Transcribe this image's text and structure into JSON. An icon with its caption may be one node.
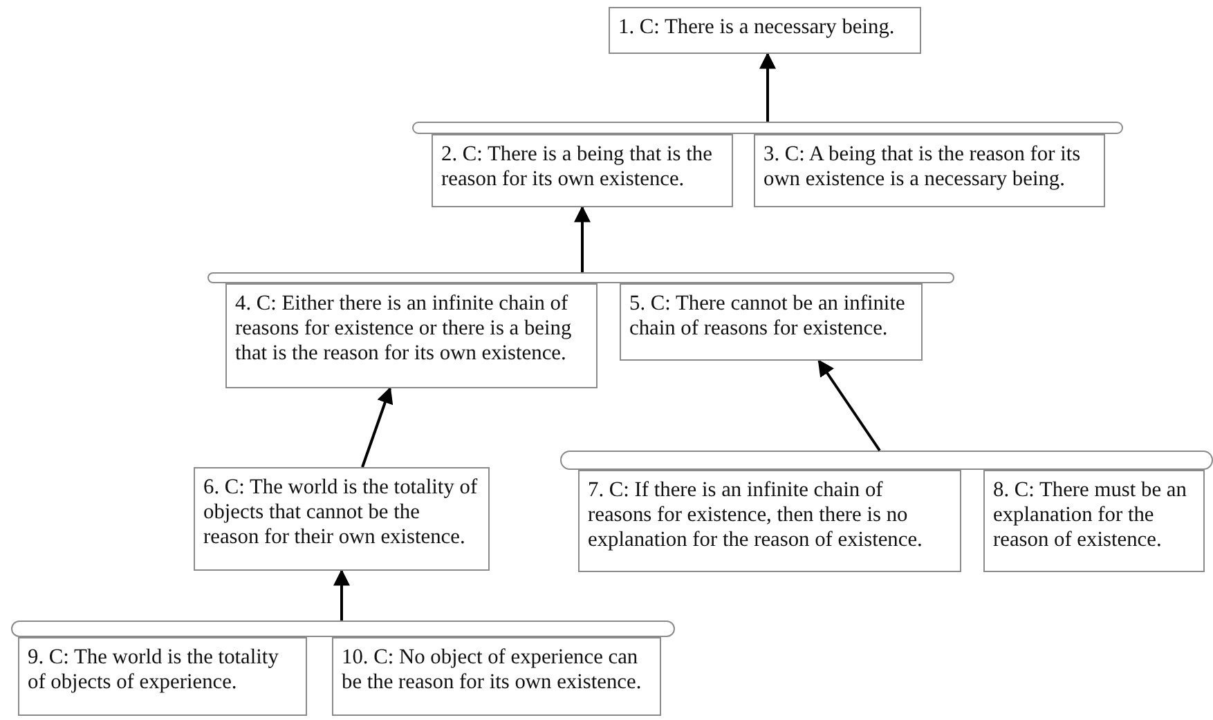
{
  "diagram": {
    "nodes": [
      {
        "text": [
          "1. C: There is a necessary being."
        ]
      },
      {
        "text": [
          "2. C: There is a being that is the reason for its own existence."
        ]
      },
      {
        "text": [
          "3. C: A being that is the reason for its own existence is a necessary being."
        ]
      },
      {
        "text": [
          "4. C: Either there is an infinite chain of reasons for existence or there is a being that is the reason for its own existence."
        ]
      },
      {
        "text": [
          "5. C: There cannot be an infinite chain of reasons for existence."
        ]
      },
      {
        "text": [
          "6. C: The world is the totality of objects that cannot be the reason for their own existence."
        ]
      },
      {
        "text": [
          "7. C: If there is an infinite chain of reasons for existence, then there is no explanation for the reason of existence."
        ]
      },
      {
        "text": [
          "8. C: There must be an explanation for the reason of existence."
        ]
      },
      {
        "text": [
          "9. C: The world is the totality of objects of experience."
        ]
      },
      {
        "text": [
          "10. C: No object of experience can be the reason for its own existence."
        ]
      },
      {
        "text": [],
        "shape": "bar"
      },
      {
        "text": [],
        "shape": "bar"
      },
      {
        "text": [],
        "shape": "bar"
      },
      {
        "text": [],
        "shape": "bar"
      }
    ],
    "edges": [
      {
        "from": 10,
        "to": 0,
        "arrow": "to"
      },
      {
        "from": 11,
        "to": 1,
        "arrow": "to"
      },
      {
        "from": 5,
        "to": 3,
        "arrow": "to"
      },
      {
        "from": 12,
        "to": 4,
        "arrow": "to"
      },
      {
        "from": 13,
        "to": 5,
        "arrow": "to"
      }
    ]
  }
}
